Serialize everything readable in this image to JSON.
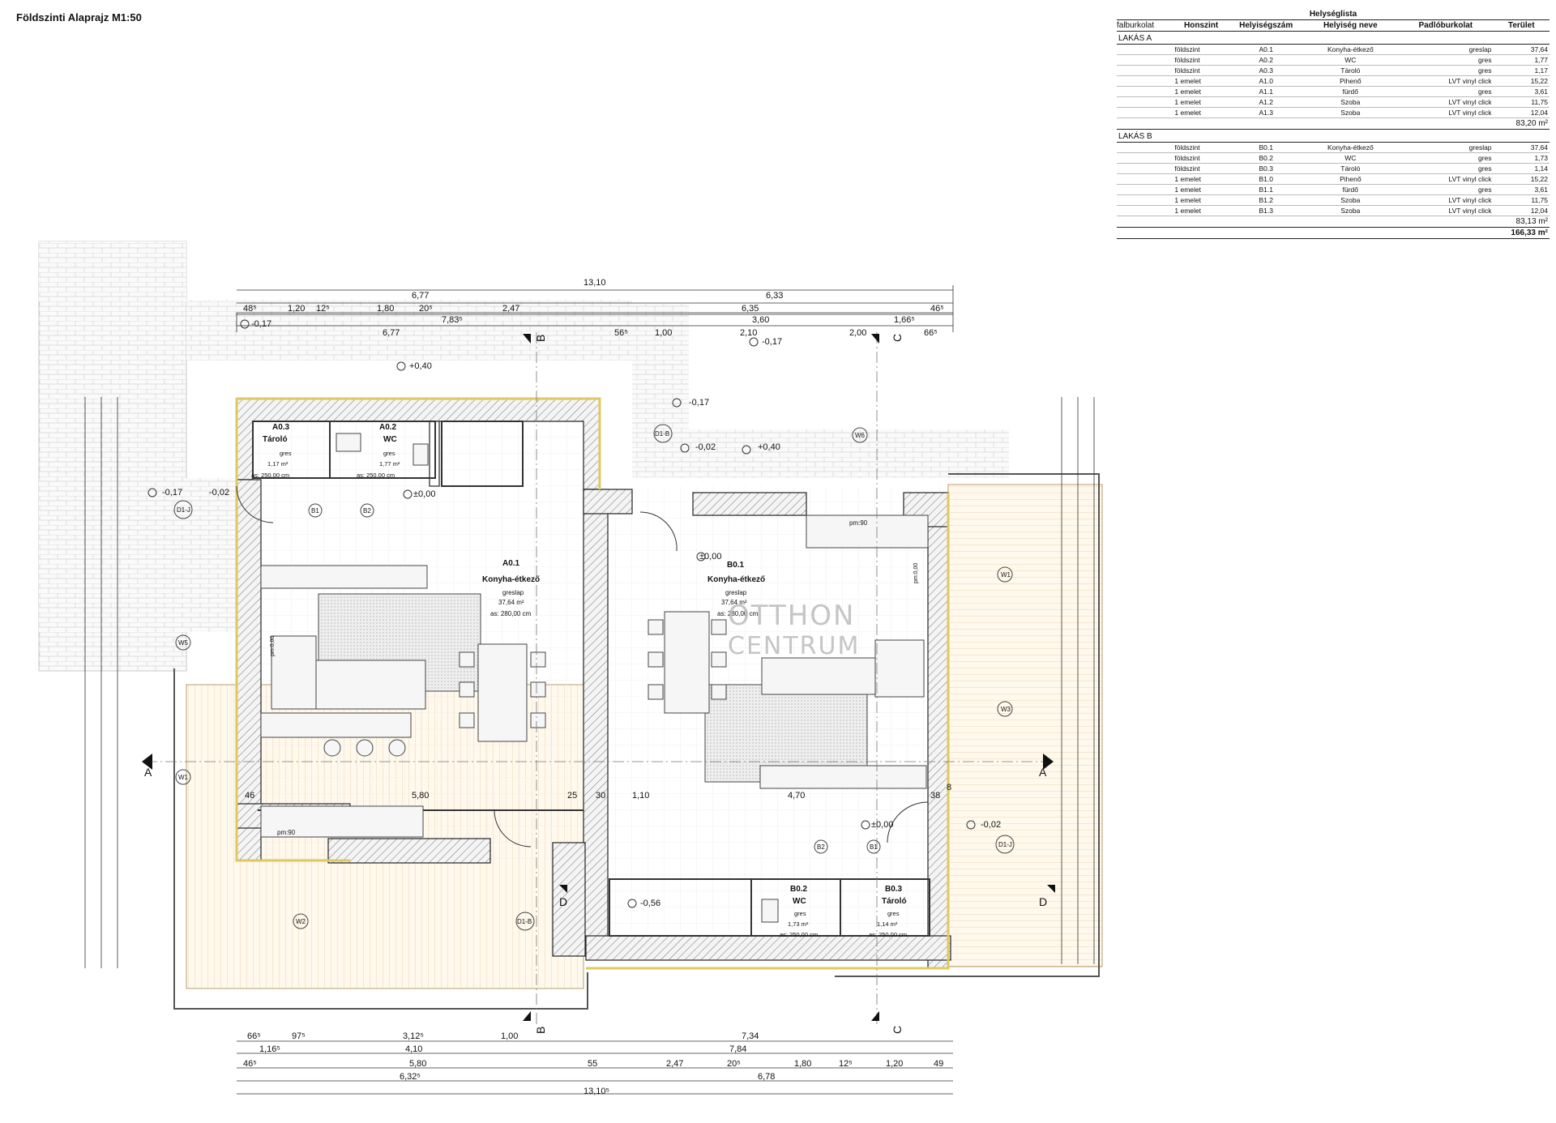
{
  "title": "Földszinti Alaprajz M1:50",
  "room_table": {
    "caption": "Helységlista",
    "headers": [
      "falburkolat",
      "Honszint",
      "Helyiségszám",
      "Helyiség neve",
      "Padlóburkolat",
      "Terület"
    ],
    "groups": [
      {
        "name": "LAKÁS A",
        "rows": [
          [
            "",
            "földszint",
            "A0.1",
            "Konyha-étkező",
            "greslap",
            "37,64"
          ],
          [
            "",
            "földszint",
            "A0.2",
            "WC",
            "gres",
            "1,77"
          ],
          [
            "",
            "földszint",
            "A0.3",
            "Tároló",
            "gres",
            "1,17"
          ],
          [
            "",
            "1 emelet",
            "A1.0",
            "Pihenő",
            "LVT vinyl click",
            "15,22"
          ],
          [
            "",
            "1 emelet",
            "A1.1",
            "fürdő",
            "gres",
            "3,61"
          ],
          [
            "",
            "1 emelet",
            "A1.2",
            "Szoba",
            "LVT vinyl click",
            "11,75"
          ],
          [
            "",
            "1 emelet",
            "A1.3",
            "Szoba",
            "LVT vinyl click",
            "12,04"
          ]
        ],
        "total": "83,20 m²"
      },
      {
        "name": "LAKÁS B",
        "rows": [
          [
            "",
            "földszint",
            "B0.1",
            "Konyha-étkező",
            "greslap",
            "37,64"
          ],
          [
            "",
            "földszint",
            "B0.2",
            "WC",
            "gres",
            "1,73"
          ],
          [
            "",
            "földszint",
            "B0.3",
            "Tároló",
            "gres",
            "1,14"
          ],
          [
            "",
            "1 emelet",
            "B1.0",
            "Pihenő",
            "LVT vinyl click",
            "15,22"
          ],
          [
            "",
            "1 emelet",
            "B1.1",
            "fürdő",
            "gres",
            "3,61"
          ],
          [
            "",
            "1 emelet",
            "B1.2",
            "Szoba",
            "LVT vinyl click",
            "11,75"
          ],
          [
            "",
            "1 emelet",
            "B1.3",
            "Szoba",
            "LVT vinyl click",
            "12,04"
          ]
        ],
        "total": "83,13 m²"
      }
    ],
    "grand_total": "166,33 m²"
  },
  "rooms": {
    "a03": {
      "code": "A0.3",
      "name": "Tároló",
      "floor": "gres",
      "area": "1,17 m²",
      "height": "as: 250,00 cm"
    },
    "a02": {
      "code": "A0.2",
      "name": "WC",
      "floor": "gres",
      "area": "1,77 m²",
      "height": "as: 250,00 cm"
    },
    "a01": {
      "code": "A0.1",
      "name": "Konyha-étkező",
      "floor": "greslap",
      "area": "37,64 m²",
      "height": "as: 280,00 cm"
    },
    "b01": {
      "code": "B0.1",
      "name": "Konyha-étkező",
      "floor": "greslap",
      "area": "37,64 m²",
      "height": "as: 280,00 cm"
    },
    "b02": {
      "code": "B0.2",
      "name": "WC",
      "floor": "gres",
      "area": "1,73 m²",
      "height": "as: 250,00 cm"
    },
    "b03": {
      "code": "B0.3",
      "name": "Tároló",
      "floor": "gres",
      "area": "1,14 m²",
      "height": "as: 250,00 cm"
    }
  },
  "dimensions": {
    "top1": "13,10",
    "top2": [
      "6,77",
      "6,33"
    ],
    "top3": [
      "48⁵",
      "1,20",
      "12⁵",
      "1,80",
      "20⁵",
      "2,47",
      "6,35",
      "46⁵"
    ],
    "top4": [
      "7,83⁵",
      "3,60",
      "1,66⁵"
    ],
    "top5": [
      "6,77",
      "56⁵",
      "1,00",
      "2,10",
      "2,00",
      "66⁵"
    ],
    "bot1": [
      "66⁵",
      "97⁵",
      "3,12⁵",
      "1,00",
      "7,34"
    ],
    "bot2": [
      "1,16⁵",
      "4,10",
      "7,84"
    ],
    "bot3": [
      "46⁵",
      "5,80",
      "55",
      "2,47",
      "20⁵",
      "1,80",
      "12⁵",
      "1,20",
      "49"
    ],
    "bot4": [
      "6,32⁵",
      "6,78"
    ],
    "bot5": "13,10⁵",
    "inner_a": [
      "46",
      "5,80",
      "25"
    ],
    "inner_b": [
      "30",
      "1,10",
      "4,70",
      "38",
      "8"
    ]
  },
  "levels": {
    "l1": "-0,17",
    "l2": "+0,40",
    "l3": "-0,17",
    "l4": "-0,17",
    "l5": "-0,02",
    "l6": "+0,40",
    "l7": "-0,17",
    "l8": "-0,02",
    "l9": "±0,00",
    "l10": "±0,00",
    "l11": "±0,00",
    "l12": "-0,02",
    "l13": "-0,56"
  },
  "openings": {
    "w6": "W6",
    "w5": "W5",
    "w1a": "W1",
    "w2": "W2",
    "w1b": "W1",
    "w3": "W3",
    "d1b_top": "D1-B",
    "d1b_bot": "D1-B",
    "d1j_left": "D1-J",
    "d1j_right": "D1-J",
    "b1a": "B1",
    "b2a": "B2",
    "b1b": "B1",
    "b2b": "B2"
  },
  "sections": {
    "a": "A",
    "b": "B",
    "c": "C",
    "d": "D"
  },
  "misc": {
    "pm90": "pm:90",
    "pm000": "pm:0,00",
    "pm600": "pm:0,00"
  },
  "watermark": {
    "line1": "OTTHON",
    "line2": "CENTRUM"
  }
}
